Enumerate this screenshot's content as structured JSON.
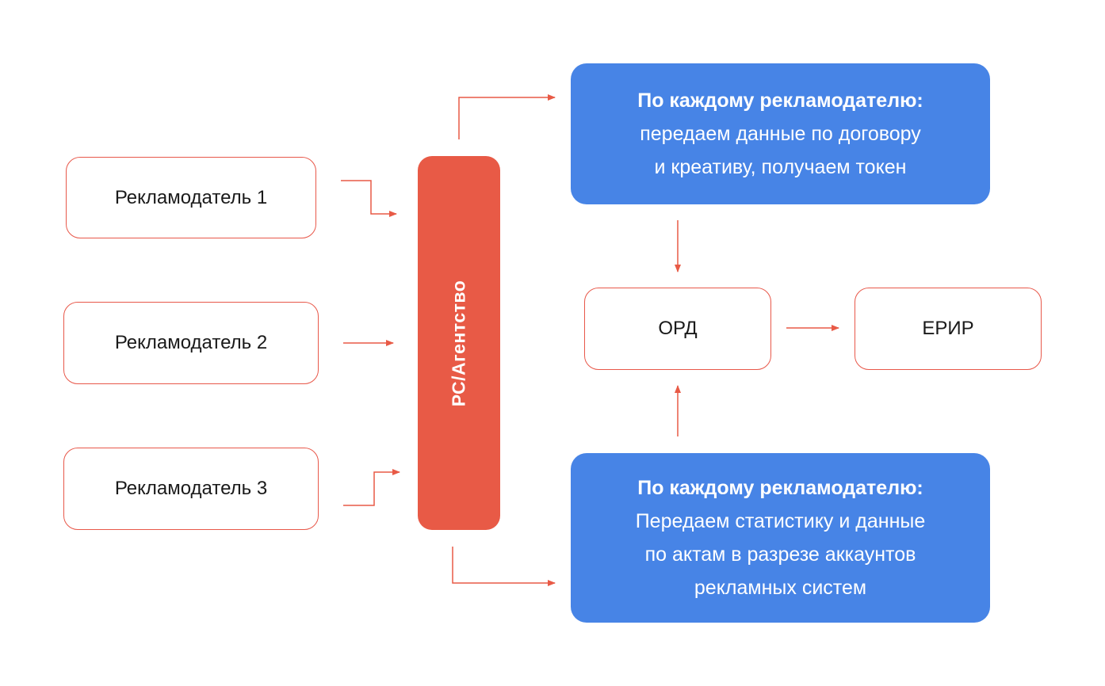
{
  "advertisers": [
    {
      "label": "Рекламодатель 1"
    },
    {
      "label": "Рекламодатель 2"
    },
    {
      "label": "Рекламодатель 3"
    }
  ],
  "agency": {
    "label": "РС/Агентство"
  },
  "top_info": {
    "heading": "По каждому рекламодателю:",
    "body": "передаем данные по договору\nи креативу, получаем токен"
  },
  "bottom_info": {
    "heading": "По каждому рекламодателю:",
    "body": "Передаем статистику и данные\nпо актам в разрезе аккаунтов\nрекламных систем"
  },
  "ord": {
    "label": "ОРД"
  },
  "erir": {
    "label": "ЕРИР"
  },
  "colors": {
    "accent": "#e85a46",
    "info_box": "#4784e6",
    "text": "#1a1a1a"
  }
}
